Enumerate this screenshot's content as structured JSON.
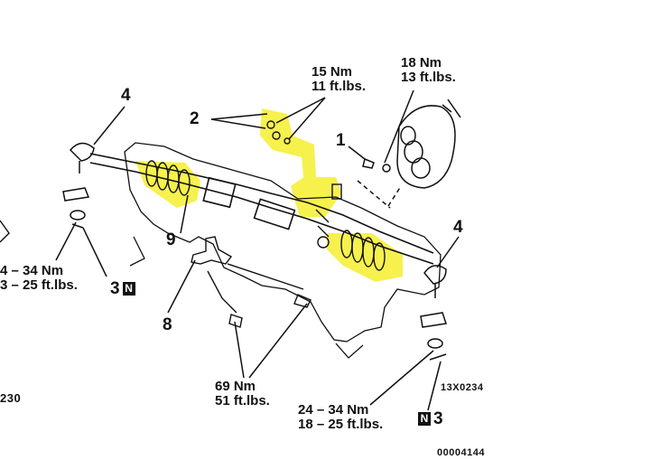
{
  "labels": {
    "torque_15nm": "15 Nm",
    "torque_11ftlbs": "11 ft.lbs.",
    "torque_18nm": "18 Nm",
    "torque_13ftlbs": "13 ft.lbs.",
    "torque_left_nm": "4 – 34 Nm",
    "torque_left_ftlbs": "3 – 25 ft.lbs.",
    "torque_69nm": "69 Nm",
    "torque_51ftlbs": "51 ft.lbs.",
    "torque_right_nm": "24 – 34 Nm",
    "torque_right_ftlbs": "18 – 25 ft.lbs.",
    "callout_1": "1",
    "callout_2": "2",
    "callout_3_left": "3",
    "callout_3_right": "3",
    "callout_4_left": "4",
    "callout_4_right": "4",
    "callout_8": "8",
    "callout_9": "9",
    "n_mark_left": "N",
    "n_mark_right": "N",
    "code_left": "230",
    "code_right": "13X0234",
    "code_bottom": "00004144"
  },
  "colors": {
    "highlight": "#f5ef3a",
    "line": "#111111",
    "background": "#ffffff"
  }
}
